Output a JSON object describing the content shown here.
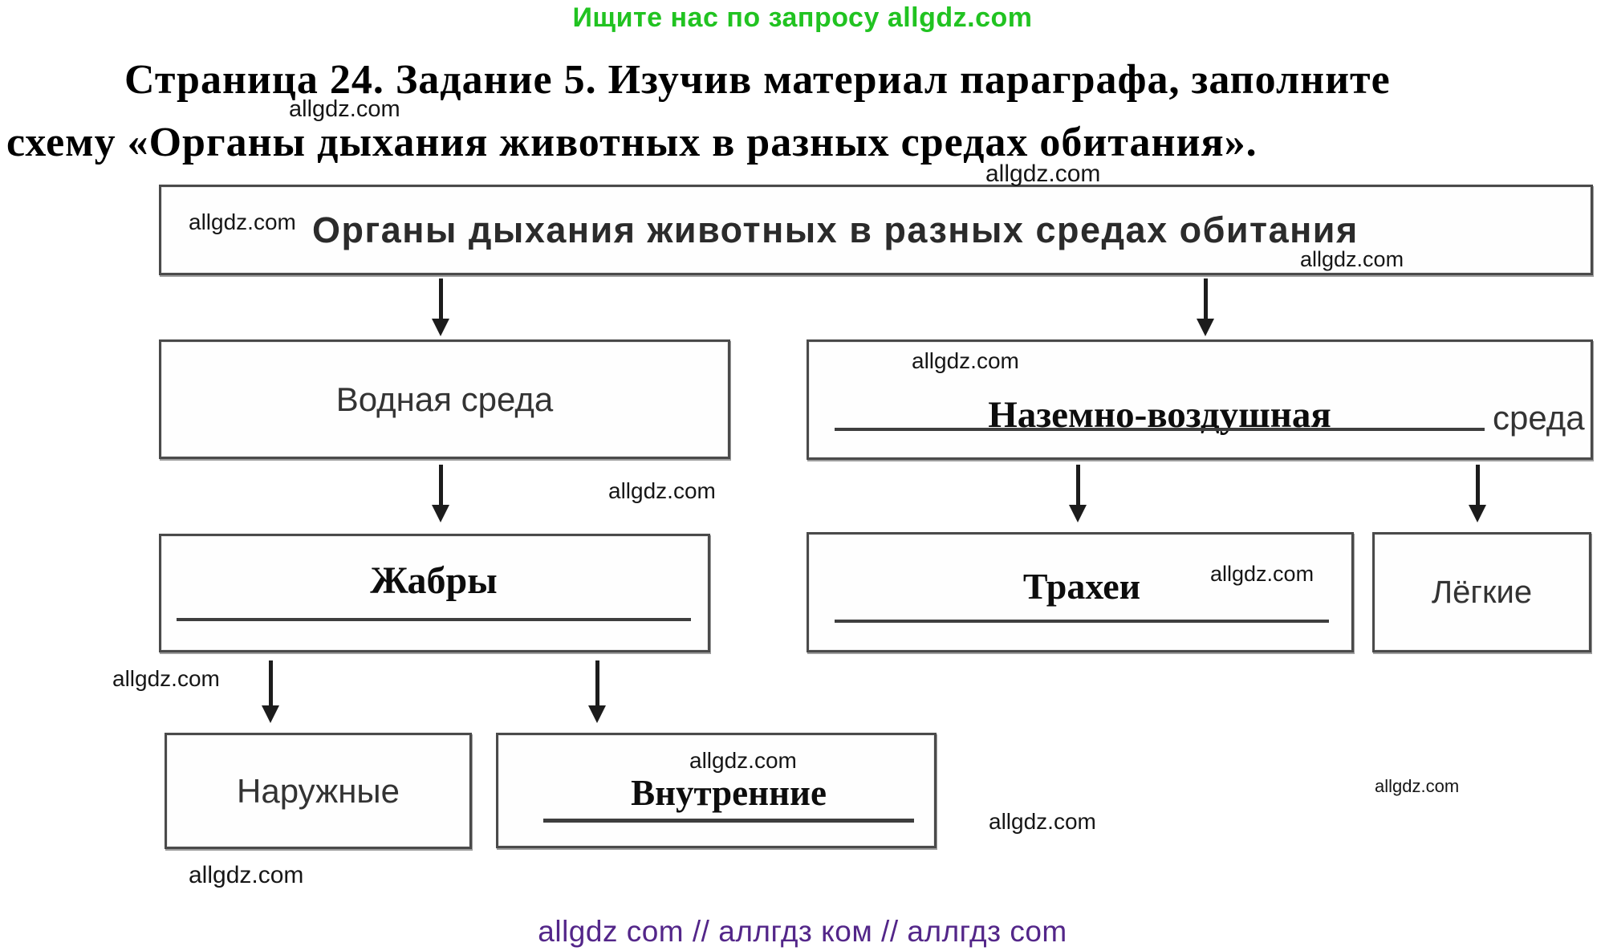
{
  "banner": {
    "text": "Ищите нас по запросу allgdz.com",
    "color": "#21c321"
  },
  "heading": {
    "line1": "Страница 24. Задание 5. Изучив материал параграфа, заполните",
    "line2": "схему «Органы дыхания животных в разных средах обитания»."
  },
  "watermark": {
    "text": "allgdz.com"
  },
  "scheme": {
    "root": {
      "title": "Органы дыхания животных в разных средах обитания"
    },
    "aquatic": {
      "label": "Водная среда"
    },
    "terrestrial": {
      "answer": "Наземно-воздушная",
      "printed_suffix": "среда"
    },
    "gills": {
      "answer": "Жабры"
    },
    "tracheae": {
      "answer": "Трахеи"
    },
    "lungs": {
      "label": "Лёгкие"
    },
    "external": {
      "label": "Наружные"
    },
    "internal": {
      "answer": "Внутренние"
    }
  },
  "footer": {
    "text": "allgdz com  //  аллгдз ком  //  аллгдз com",
    "color": "#532689"
  }
}
